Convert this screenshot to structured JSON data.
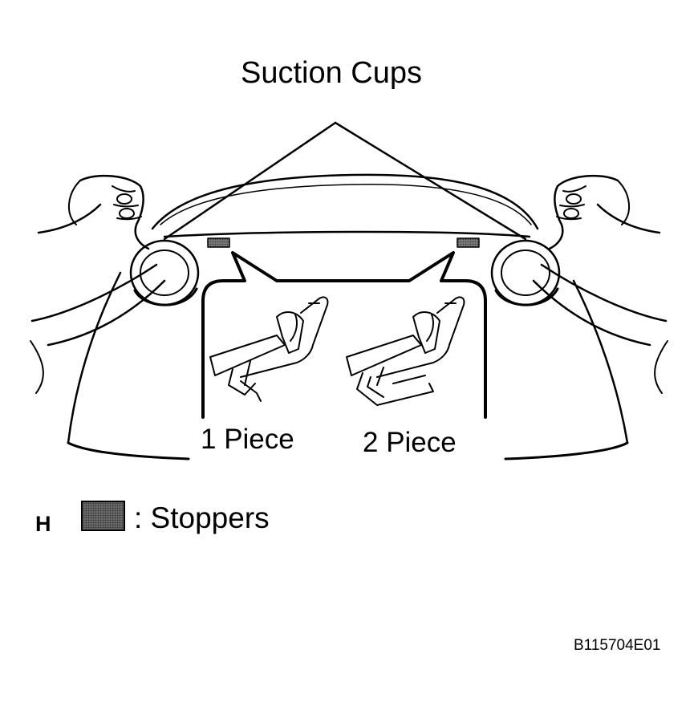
{
  "callout_title": "Suction Cups",
  "detail_labels": {
    "one_piece": "1 Piece",
    "two_piece": "2 Piece"
  },
  "view_letter": "H",
  "legend": {
    "text": ": Stoppers",
    "swatch_color": "#7a7a7a"
  },
  "figure_code": "B115704E01"
}
